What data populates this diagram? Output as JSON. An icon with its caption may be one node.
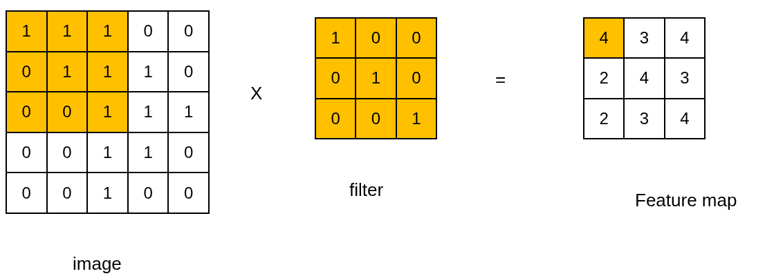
{
  "diagram": {
    "labels": [
      "1",
      "1",
      "1",
      "0",
      "0",
      "0",
      "1",
      "1",
      "1",
      "0",
      "0",
      "0",
      "1",
      "1",
      "1",
      "0",
      "0",
      "1",
      "1",
      "0",
      "0",
      "0",
      "1",
      "0",
      "0",
      "X",
      "1",
      "0",
      "0",
      "0",
      "1",
      "0",
      "0",
      "0",
      "1",
      "=",
      "4",
      "3",
      "4",
      "2",
      "4",
      "3",
      "2",
      "3",
      "4",
      "filter",
      "Feature map",
      "image"
    ]
  }
}
